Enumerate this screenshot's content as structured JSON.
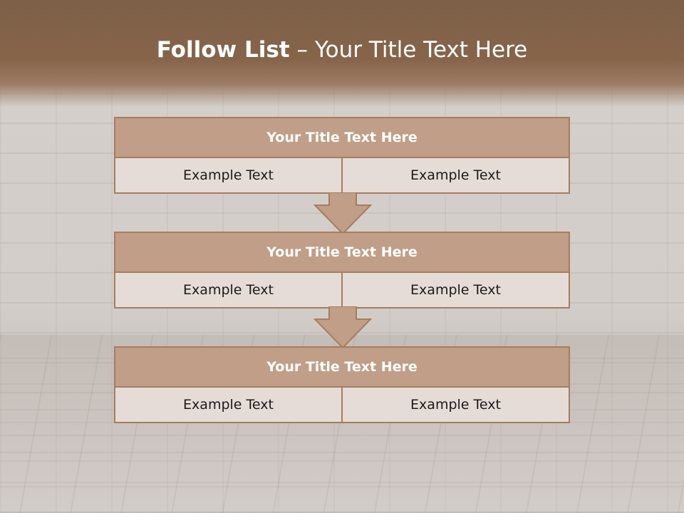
{
  "header": {
    "title_bold": "Follow List",
    "title_rest": " – Your Title Text Here"
  },
  "blocks": [
    {
      "title": "Your Title Text Here",
      "cells": [
        "Example Text",
        "Example Text"
      ]
    },
    {
      "title": "Your Title Text Here",
      "cells": [
        "Example Text",
        "Example Text"
      ]
    },
    {
      "title": "Your Title Text Here",
      "cells": [
        "Example Text",
        "Example Text"
      ]
    }
  ],
  "colors": {
    "header_brown": "#86644a",
    "block_title_fill": "#c09e87",
    "block_border": "#a77c5f",
    "cell_fill": "#e6dcd7"
  }
}
